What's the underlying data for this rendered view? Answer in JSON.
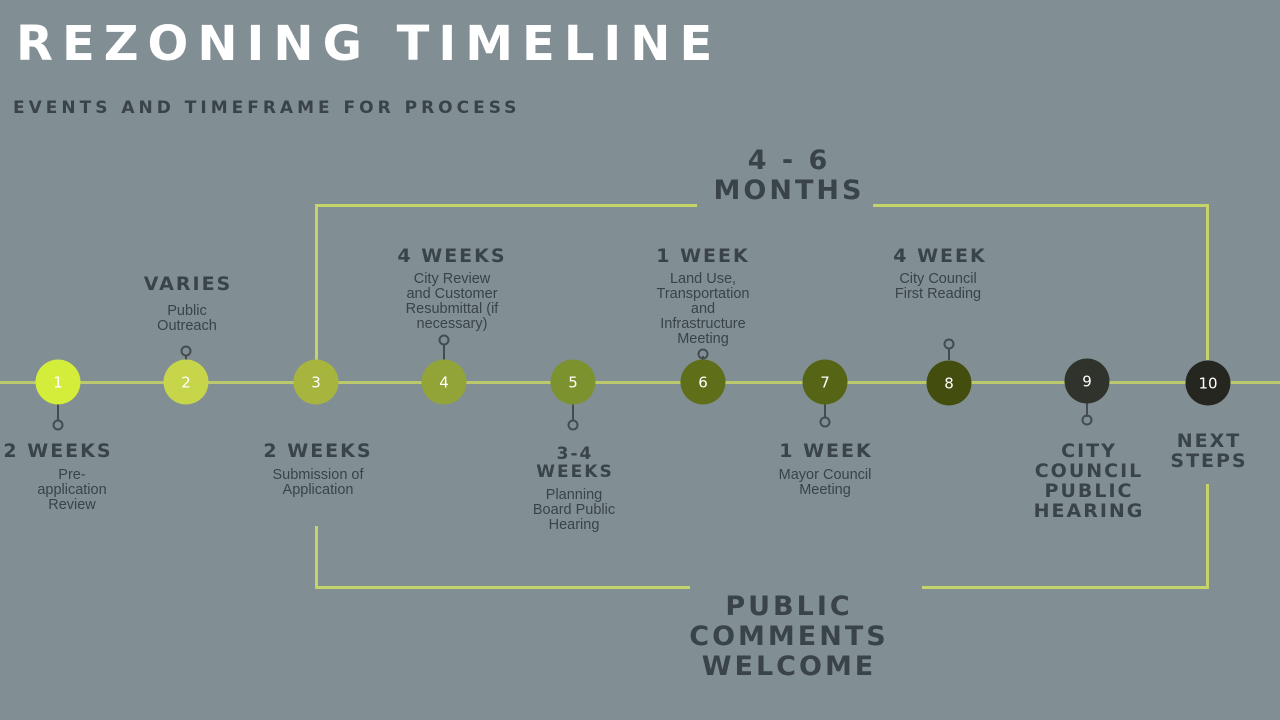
{
  "title": "REZONING TIMELINE",
  "subtitle": "EVENTS AND TIMEFRAME FOR PROCESS",
  "top_bracket_label_line1": "4 - 6",
  "top_bracket_label_line2": "MONTHS",
  "bottom_bracket_label_line1": "PUBLIC",
  "bottom_bracket_label_line2": "COMMENTS",
  "bottom_bracket_label_line3": "WELCOME",
  "colors": {
    "background": "#818f94",
    "bracket": "#c4d46a",
    "text": "#3a4347"
  },
  "steps": [
    {
      "number": "1",
      "duration": "2 WEEKS",
      "label_lines": [
        "Pre-",
        "application",
        "Review"
      ],
      "color": "#d4ec3a"
    },
    {
      "number": "2",
      "duration": "VARIES",
      "label_lines": [
        "Public",
        "Outreach"
      ],
      "color": "#c7d54a"
    },
    {
      "number": "3",
      "duration": "2 WEEKS",
      "label_lines": [
        "Submission of",
        "Application"
      ],
      "color": "#a7b53e"
    },
    {
      "number": "4",
      "duration": "4 WEEKS",
      "label_lines": [
        "City Review",
        "and Customer",
        "Resubmittal (if",
        "necessary)"
      ],
      "color": "#92a437"
    },
    {
      "number": "5",
      "duration_lines": [
        "3-4",
        "WEEKS"
      ],
      "label_lines": [
        "Planning",
        "Board Public",
        "Hearing"
      ],
      "color": "#7b922e"
    },
    {
      "number": "6",
      "duration": "1 WEEK",
      "label_lines": [
        "Land Use,",
        "Transportation",
        "and",
        "Infrastructure",
        "Meeting"
      ],
      "color": "#5e6e19"
    },
    {
      "number": "7",
      "duration": "1 WEEK",
      "label_lines": [
        "Mayor Council",
        "Meeting"
      ],
      "color": "#556415"
    },
    {
      "number": "8",
      "duration": "4 WEEK",
      "label_lines": [
        "City Council",
        "First Reading"
      ],
      "color": "#434d0d"
    },
    {
      "number": "9",
      "duration_lines": [
        "CITY",
        "COUNCIL",
        "PUBLIC",
        "HEARING"
      ],
      "color": "#2f332b"
    },
    {
      "number": "10",
      "duration_lines": [
        "NEXT",
        "STEPS"
      ],
      "color": "#25261f"
    }
  ]
}
